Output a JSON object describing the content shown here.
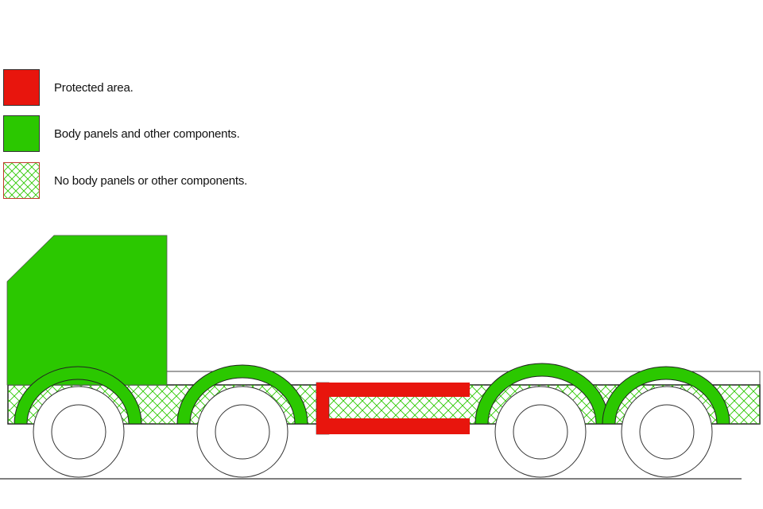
{
  "legend": {
    "items": [
      {
        "label": "Protected area.",
        "color": "#e8150d",
        "pattern": "solid"
      },
      {
        "label": "Body panels and other components.",
        "color": "#2bc800",
        "pattern": "solid"
      },
      {
        "label": "No body panels or other components.",
        "color": "#2bc800",
        "pattern": "crosshatch",
        "border": "#c0392b"
      }
    ]
  },
  "colors": {
    "protected": "#e8150d",
    "body_panels": "#2bc800",
    "hatch": "#2bc800",
    "outline": "#222222",
    "wheel_fill": "#ffffff",
    "ground": "#333333"
  },
  "vehicle": {
    "cab_icon": "truck-cab",
    "axles": 4,
    "wheel_icons": [
      "wheel-icon",
      "wheel-icon",
      "wheel-icon",
      "wheel-icon"
    ]
  }
}
